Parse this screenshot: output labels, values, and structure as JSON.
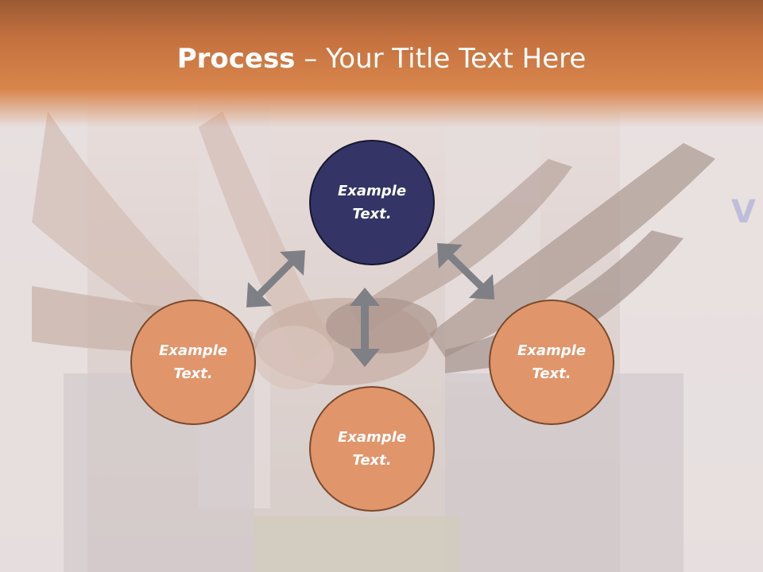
{
  "slide": {
    "title_bold": "Process",
    "title_rest": " – Your Title Text Here"
  },
  "nodes": [
    {
      "id": "top",
      "label": "Example\nText.",
      "fill": "#343566"
    },
    {
      "id": "left",
      "label": "Example\nText.",
      "fill": "#e1956b"
    },
    {
      "id": "right",
      "label": "Example\nText.",
      "fill": "#e1956b"
    },
    {
      "id": "bottom",
      "label": "Example\nText.",
      "fill": "#e1956b"
    }
  ],
  "colors": {
    "header": "#d9854c",
    "arrow": "#7f7f86",
    "photo_overlay": "#d9cdca"
  },
  "background": {
    "description_icon": "team-hands-photo"
  }
}
